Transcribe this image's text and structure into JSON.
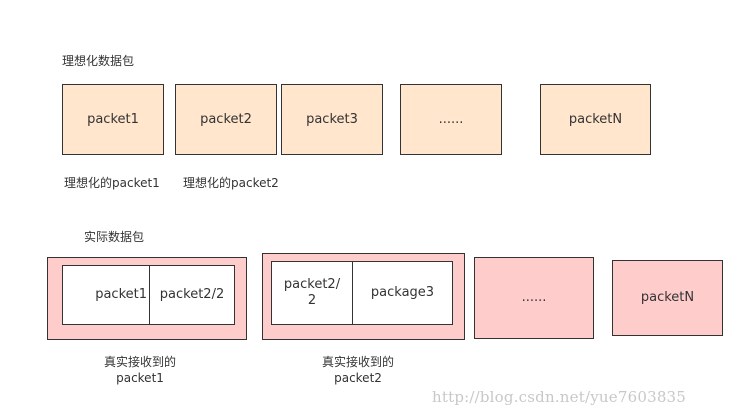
{
  "ideal": {
    "title": "理想化数据包",
    "packets": [
      "packet1",
      "packet2",
      "packet3",
      "......",
      "packetN"
    ],
    "captions": [
      "理想化的packet1",
      "理想化的packet2"
    ]
  },
  "actual": {
    "title": "实际数据包",
    "group1": {
      "cells": [
        "packet1",
        "packet2/2"
      ],
      "caption_line1": "真实接收到的",
      "caption_line2": "packet1"
    },
    "group2": {
      "cells": [
        "packet2/\n2",
        "package3"
      ],
      "caption_line1": "真实接收到的",
      "caption_line2": "packet2"
    },
    "others": [
      "......",
      "packetN"
    ]
  },
  "watermark": "http://blog.csdn.net/yue7603835",
  "colors": {
    "ideal_fill": "#ffe6cc",
    "actual_fill": "#ffcccc",
    "border": "#333333",
    "watermark": "#c8c8c8"
  }
}
